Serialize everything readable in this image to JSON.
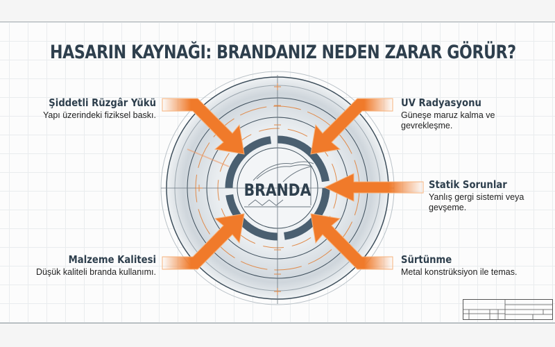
{
  "title": "HASARIN KAYNAĞI: BRANDANIZ NEDEN ZARAR GÖRÜR?",
  "center": {
    "label": "BRANDA"
  },
  "causes": [
    {
      "position": "top-left",
      "title": "Şiddetli Rüzgâr Yükü",
      "description": "Yapı üzerindeki fiziksel baskı."
    },
    {
      "position": "top-right",
      "title": "UV Radyasyonu",
      "description": "Güneşe maruz kalma ve gevrekleşme."
    },
    {
      "position": "middle-right",
      "title": "Statik Sorunlar",
      "description": "Yanlış gergi sistemi veya gevşeme."
    },
    {
      "position": "bottom-left",
      "title": "Malzeme Kalitesi",
      "description": "Düşük kaliteli branda kullanımı."
    },
    {
      "position": "bottom-right",
      "title": "Sürtünme",
      "description": "Metal konstrüksiyon ile temas."
    }
  ],
  "colors": {
    "accent": "#f07a2a",
    "text_dark": "#2e3f4d",
    "ring": "#4a5f70",
    "background": "#fcfcfc"
  },
  "icons": [
    "arrow-icon",
    "tent-structure-icon",
    "target-rings-icon",
    "title-block-icon"
  ]
}
